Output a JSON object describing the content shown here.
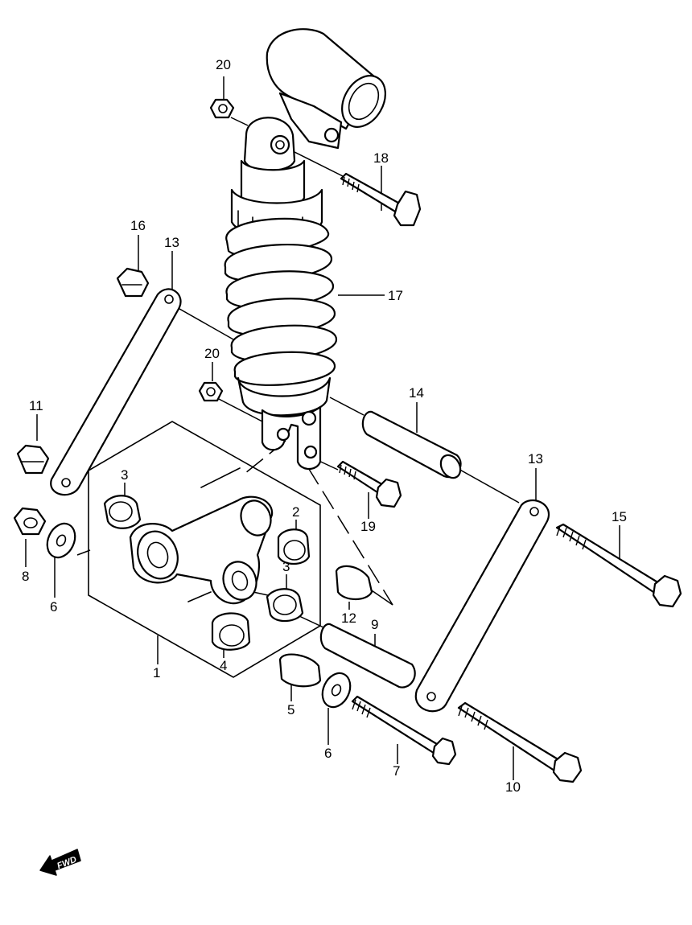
{
  "diagram": {
    "callouts": {
      "c1": "1",
      "c2": "2",
      "c3a": "3",
      "c3b": "3",
      "c4": "4",
      "c5": "5",
      "c6a": "6",
      "c6b": "6",
      "c7": "7",
      "c8": "8",
      "c9": "9",
      "c10": "10",
      "c11": "11",
      "c12": "12",
      "c13a": "13",
      "c13b": "13",
      "c14": "14",
      "c15": "15",
      "c16": "16",
      "c17": "17",
      "c18": "18",
      "c19": "19",
      "c20a": "20",
      "c20b": "20"
    },
    "direction_badge": "FWD"
  }
}
